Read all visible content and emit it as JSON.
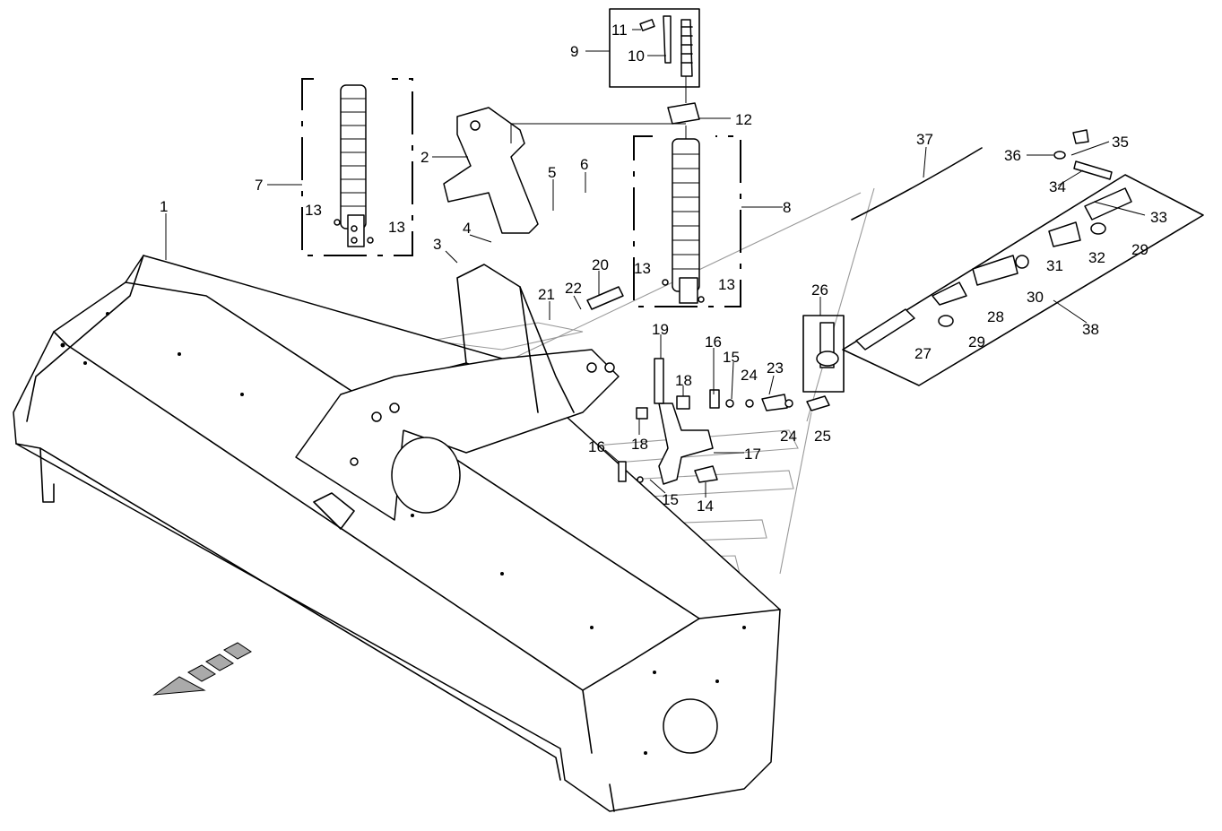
{
  "diagram": {
    "callouts": [
      {
        "id": "1",
        "text": "1"
      },
      {
        "id": "2",
        "text": "2"
      },
      {
        "id": "3",
        "text": "3"
      },
      {
        "id": "4",
        "text": "4"
      },
      {
        "id": "5",
        "text": "5"
      },
      {
        "id": "6",
        "text": "6"
      },
      {
        "id": "7",
        "text": "7"
      },
      {
        "id": "8",
        "text": "8"
      },
      {
        "id": "9",
        "text": "9"
      },
      {
        "id": "10",
        "text": "10"
      },
      {
        "id": "11",
        "text": "11"
      },
      {
        "id": "12",
        "text": "12"
      },
      {
        "id": "13a",
        "text": "13"
      },
      {
        "id": "13b",
        "text": "13"
      },
      {
        "id": "13c",
        "text": "13"
      },
      {
        "id": "13d",
        "text": "13"
      },
      {
        "id": "14",
        "text": "14"
      },
      {
        "id": "15a",
        "text": "15"
      },
      {
        "id": "15b",
        "text": "15"
      },
      {
        "id": "16a",
        "text": "16"
      },
      {
        "id": "16b",
        "text": "16"
      },
      {
        "id": "17",
        "text": "17"
      },
      {
        "id": "18a",
        "text": "18"
      },
      {
        "id": "18b",
        "text": "18"
      },
      {
        "id": "19",
        "text": "19"
      },
      {
        "id": "20",
        "text": "20"
      },
      {
        "id": "21",
        "text": "21"
      },
      {
        "id": "22",
        "text": "22"
      },
      {
        "id": "23",
        "text": "23"
      },
      {
        "id": "24a",
        "text": "24"
      },
      {
        "id": "24b",
        "text": "24"
      },
      {
        "id": "25",
        "text": "25"
      },
      {
        "id": "26",
        "text": "26"
      },
      {
        "id": "27",
        "text": "27"
      },
      {
        "id": "28",
        "text": "28"
      },
      {
        "id": "29a",
        "text": "29"
      },
      {
        "id": "29b",
        "text": "29"
      },
      {
        "id": "30",
        "text": "30"
      },
      {
        "id": "31",
        "text": "31"
      },
      {
        "id": "32",
        "text": "32"
      },
      {
        "id": "33",
        "text": "33"
      },
      {
        "id": "34",
        "text": "34"
      },
      {
        "id": "35",
        "text": "35"
      },
      {
        "id": "36",
        "text": "36"
      },
      {
        "id": "37",
        "text": "37"
      },
      {
        "id": "38",
        "text": "38"
      }
    ]
  }
}
